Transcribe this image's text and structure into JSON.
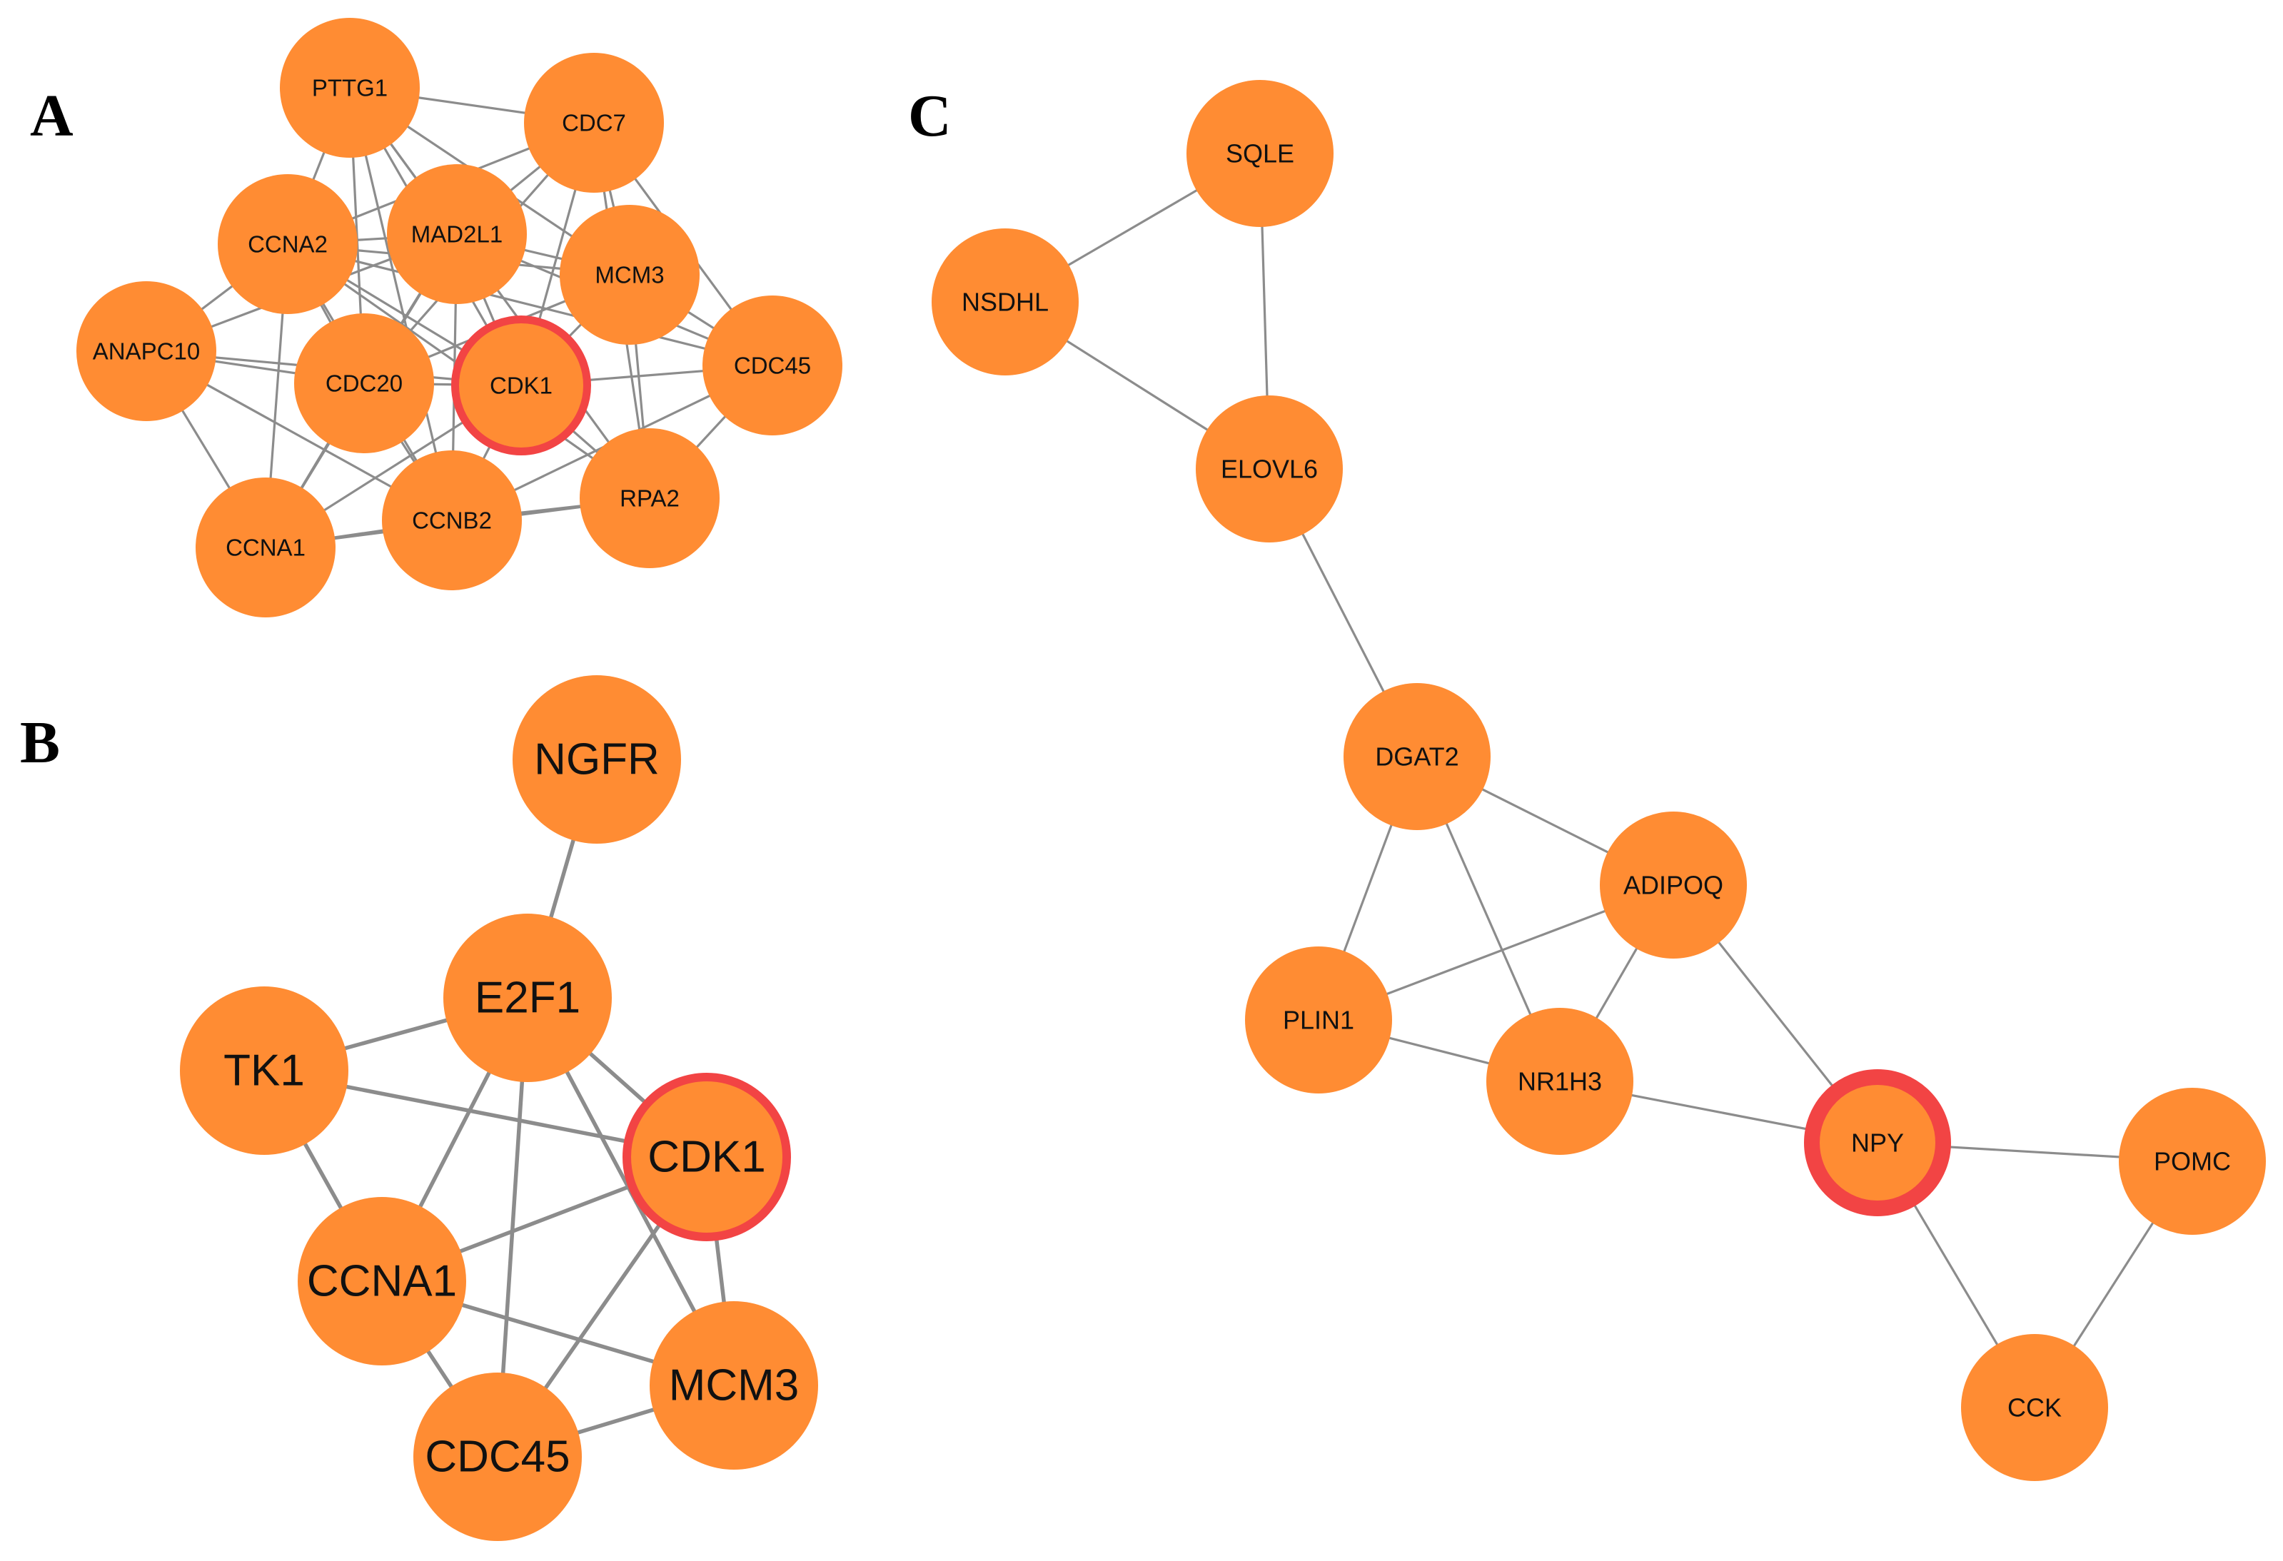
{
  "colors": {
    "node_fill": "#FF8C33",
    "hub_stroke": "#F24444",
    "edge": "#8C8C8C",
    "background": "#FFFFFF"
  },
  "panels": [
    {
      "letter": "A",
      "nodes": [
        {
          "id": "PTTG1",
          "label": "PTTG1"
        },
        {
          "id": "CDC7",
          "label": "CDC7"
        },
        {
          "id": "CCNA2",
          "label": "CCNA2"
        },
        {
          "id": "MAD2L1",
          "label": "MAD2L1"
        },
        {
          "id": "MCM3",
          "label": "MCM3"
        },
        {
          "id": "ANAPC10",
          "label": "ANAPC10"
        },
        {
          "id": "CDC20",
          "label": "CDC20"
        },
        {
          "id": "CDK1",
          "label": "CDK1",
          "hub": true
        },
        {
          "id": "CDC45",
          "label": "CDC45"
        },
        {
          "id": "CCNA1",
          "label": "CCNA1"
        },
        {
          "id": "CCNB2",
          "label": "CCNB2"
        },
        {
          "id": "RPA2",
          "label": "RPA2"
        }
      ],
      "edges": [
        [
          "PTTG1",
          "CDC7"
        ],
        [
          "PTTG1",
          "CCNA2"
        ],
        [
          "PTTG1",
          "MAD2L1"
        ],
        [
          "PTTG1",
          "CDC20"
        ],
        [
          "PTTG1",
          "CDK1"
        ],
        [
          "PTTG1",
          "MCM3"
        ],
        [
          "PTTG1",
          "CCNB2"
        ],
        [
          "PTTG1",
          "RPA2"
        ],
        [
          "CDC7",
          "MAD2L1"
        ],
        [
          "CDC7",
          "MCM3"
        ],
        [
          "CDC7",
          "CDK1"
        ],
        [
          "CDC7",
          "CDC45"
        ],
        [
          "CDC7",
          "CDC20"
        ],
        [
          "CDC7",
          "CCNA2"
        ],
        [
          "CDC7",
          "RPA2"
        ],
        [
          "CCNA2",
          "MAD2L1"
        ],
        [
          "CCNA2",
          "ANAPC10"
        ],
        [
          "CCNA2",
          "CDC20"
        ],
        [
          "CCNA2",
          "CDK1"
        ],
        [
          "CCNA2",
          "MCM3"
        ],
        [
          "CCNA2",
          "CCNA1"
        ],
        [
          "CCNA2",
          "CCNB2"
        ],
        [
          "CCNA2",
          "CDC45"
        ],
        [
          "CCNA2",
          "RPA2"
        ],
        [
          "MAD2L1",
          "MCM3"
        ],
        [
          "MAD2L1",
          "CDC20"
        ],
        [
          "MAD2L1",
          "CDK1"
        ],
        [
          "MAD2L1",
          "ANAPC10"
        ],
        [
          "MAD2L1",
          "CCNB2"
        ],
        [
          "MAD2L1",
          "CCNA1"
        ],
        [
          "MAD2L1",
          "CDC45"
        ],
        [
          "MCM3",
          "CDK1"
        ],
        [
          "MCM3",
          "CDC45"
        ],
        [
          "MCM3",
          "RPA2"
        ],
        [
          "MCM3",
          "CDC20"
        ],
        [
          "ANAPC10",
          "CDC20"
        ],
        [
          "ANAPC10",
          "CCNA1"
        ],
        [
          "ANAPC10",
          "CCNB2"
        ],
        [
          "ANAPC10",
          "CDK1"
        ],
        [
          "CDC20",
          "CDK1"
        ],
        [
          "CDC20",
          "CCNB2"
        ],
        [
          "CDC20",
          "CCNA1"
        ],
        [
          "CDK1",
          "CDC45"
        ],
        [
          "CDK1",
          "RPA2"
        ],
        [
          "CDK1",
          "CCNB2"
        ],
        [
          "CDK1",
          "CCNA1"
        ],
        [
          "CDC45",
          "RPA2"
        ],
        [
          "CDC45",
          "CCNB2"
        ],
        [
          "CCNA1",
          "CCNB2"
        ],
        [
          "CCNA1",
          "RPA2"
        ],
        [
          "CCNB2",
          "RPA2"
        ]
      ]
    },
    {
      "letter": "B",
      "nodes": [
        {
          "id": "NGFR",
          "label": "NGFR"
        },
        {
          "id": "E2F1",
          "label": "E2F1"
        },
        {
          "id": "TK1",
          "label": "TK1"
        },
        {
          "id": "CDK1",
          "label": "CDK1",
          "hub": true
        },
        {
          "id": "CCNA1",
          "label": "CCNA1"
        },
        {
          "id": "MCM3",
          "label": "MCM3"
        },
        {
          "id": "CDC45",
          "label": "CDC45"
        }
      ],
      "edges": [
        [
          "NGFR",
          "E2F1"
        ],
        [
          "E2F1",
          "TK1"
        ],
        [
          "E2F1",
          "CDK1"
        ],
        [
          "E2F1",
          "CCNA1"
        ],
        [
          "E2F1",
          "MCM3"
        ],
        [
          "E2F1",
          "CDC45"
        ],
        [
          "TK1",
          "CDK1"
        ],
        [
          "TK1",
          "CCNA1"
        ],
        [
          "CDK1",
          "CCNA1"
        ],
        [
          "CDK1",
          "MCM3"
        ],
        [
          "CDK1",
          "CDC45"
        ],
        [
          "CCNA1",
          "MCM3"
        ],
        [
          "CCNA1",
          "CDC45"
        ],
        [
          "MCM3",
          "CDC45"
        ]
      ]
    },
    {
      "letter": "C",
      "nodes": [
        {
          "id": "SQLE",
          "label": "SQLE"
        },
        {
          "id": "NSDHL",
          "label": "NSDHL"
        },
        {
          "id": "ELOVL6",
          "label": "ELOVL6"
        },
        {
          "id": "DGAT2",
          "label": "DGAT2"
        },
        {
          "id": "ADIPOQ",
          "label": "ADIPOQ"
        },
        {
          "id": "PLIN1",
          "label": "PLIN1"
        },
        {
          "id": "NR1H3",
          "label": "NR1H3"
        },
        {
          "id": "NPY",
          "label": "NPY",
          "hub": true
        },
        {
          "id": "POMC",
          "label": "POMC"
        },
        {
          "id": "CCK",
          "label": "CCK"
        }
      ],
      "edges": [
        [
          "SQLE",
          "NSDHL"
        ],
        [
          "SQLE",
          "ELOVL6"
        ],
        [
          "NSDHL",
          "ELOVL6"
        ],
        [
          "ELOVL6",
          "DGAT2"
        ],
        [
          "DGAT2",
          "ADIPOQ"
        ],
        [
          "DGAT2",
          "PLIN1"
        ],
        [
          "DGAT2",
          "NR1H3"
        ],
        [
          "ADIPOQ",
          "PLIN1"
        ],
        [
          "ADIPOQ",
          "NR1H3"
        ],
        [
          "ADIPOQ",
          "NPY"
        ],
        [
          "PLIN1",
          "NR1H3"
        ],
        [
          "NR1H3",
          "NPY"
        ],
        [
          "NPY",
          "POMC"
        ],
        [
          "NPY",
          "CCK"
        ],
        [
          "POMC",
          "CCK"
        ]
      ]
    }
  ]
}
